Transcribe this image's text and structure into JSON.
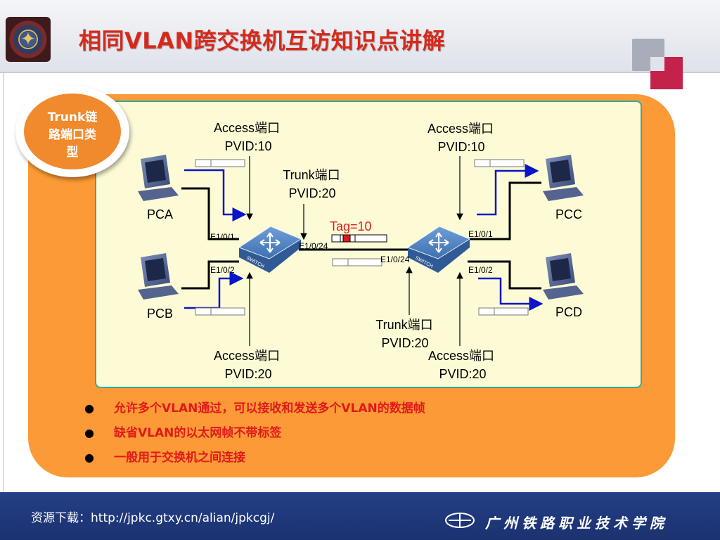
{
  "header": {
    "title": "相同VLAN跨交换机互访知识点讲解"
  },
  "badge": {
    "lines": [
      "Trunk链",
      "路端口类",
      "型"
    ]
  },
  "diagram": {
    "computers": {
      "pca": "PCA",
      "pcb": "PCB",
      "pcc": "PCC",
      "pcd": "PCD"
    },
    "annotations": {
      "left_top": {
        "line1": "Access端口",
        "line2": "PVID:10"
      },
      "left_bottom": {
        "line1": "Access端口",
        "line2": "PVID:20"
      },
      "left_trunk": {
        "line1": "Trunk端口",
        "line2": "PVID:20"
      },
      "right_top": {
        "line1": "Access端口",
        "line2": "PVID:10"
      },
      "right_bottom": {
        "line1": "Access端口",
        "line2": "PVID:20"
      },
      "right_trunk": {
        "line1": "Trunk端口",
        "line2": "PVID:20"
      }
    },
    "ports": {
      "sw1_e1": "E1/0/1",
      "sw1_e2": "E1/0/2",
      "sw1_e24": "E1/0/24",
      "sw2_e24": "E1/0/24",
      "sw2_e1": "E1/0/1",
      "sw2_e2": "E1/0/2"
    },
    "tag_label": "Tag=10",
    "switch_text": "SWITCH",
    "colors": {
      "arrow": "#0a14c8",
      "cable": "#000000",
      "tag_red": "#e0191c",
      "switch_blue": "#3e6fb0"
    }
  },
  "bullets": [
    "允许多个VLAN通过，可以接收和发送多个VLAN的数据帧",
    "缺省VLAN的以太网帧不带标签",
    "一般用于交换机之间连接"
  ],
  "footer": {
    "download_text": "资源下载：http://jpkc.gtxy.cn/alian/jpkcgj/",
    "college_name": "广州铁路职业技术学院"
  }
}
